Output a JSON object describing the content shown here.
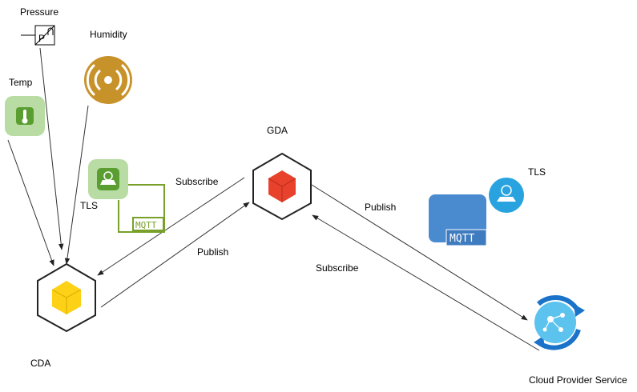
{
  "colors": {
    "edge": "#333333",
    "tls_green_bg": "#b8dca3",
    "tls_green": "#5a9e32",
    "mqtt_green": "#78a02a",
    "mqtt_blue": "#4a8bd0",
    "tls_blue": "#29a3e0",
    "cda_cube": "#fcd116",
    "gda_cube": "#e8412c",
    "humidity": "#c8922a",
    "cloud_ring": "#1a73c8",
    "cloud_core": "#5cc2ee"
  },
  "nodes": {
    "pressure": {
      "label": "Pressure",
      "icon": "pressure-sensor-icon",
      "glyph": "P"
    },
    "humidity": {
      "label": "Humidity",
      "icon": "humidity-sensor-icon"
    },
    "temp": {
      "label": "Temp",
      "icon": "thermometer-icon"
    },
    "tls_left": {
      "label": "TLS",
      "icon": "tls-lock-icon"
    },
    "mqtt_left": {
      "label": "MQTT",
      "icon": "mqtt-icon"
    },
    "gda": {
      "label": "GDA",
      "icon": "gateway-cube-icon"
    },
    "cda": {
      "label": "CDA",
      "icon": "device-cube-icon"
    },
    "tls_right": {
      "label": "TLS",
      "icon": "tls-lock-icon"
    },
    "mqtt_right": {
      "label": "MQTT",
      "icon": "mqtt-icon"
    },
    "cloud": {
      "label": "Cloud Provider Service",
      "icon": "cloud-service-icon"
    }
  },
  "edges": [
    {
      "id": "gda-to-cda",
      "label": "Subscribe"
    },
    {
      "id": "cda-to-gda",
      "label": "Publish"
    },
    {
      "id": "gda-to-cloud",
      "label": "Publish"
    },
    {
      "id": "cloud-to-gda",
      "label": "Subscribe"
    },
    {
      "id": "pressure-to-cda",
      "label": ""
    },
    {
      "id": "humidity-to-cda",
      "label": ""
    },
    {
      "id": "temp-to-cda",
      "label": ""
    }
  ]
}
